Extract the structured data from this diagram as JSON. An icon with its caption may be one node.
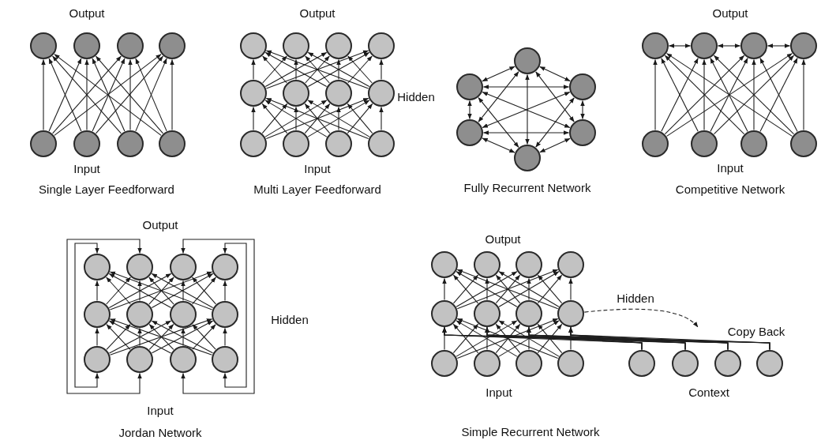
{
  "diagram": {
    "nodes": [
      {
        "text": [],
        "shape": "circle"
      },
      {
        "text": [],
        "shape": "circle"
      },
      {
        "text": [],
        "shape": "circle"
      },
      {
        "text": [],
        "shape": "circle"
      },
      {
        "text": [],
        "shape": "circle"
      },
      {
        "text": [],
        "shape": "circle"
      },
      {
        "text": [],
        "shape": "circle"
      },
      {
        "text": [],
        "shape": "circle"
      },
      {
        "text": [],
        "shape": "circle"
      },
      {
        "text": [],
        "shape": "circle"
      },
      {
        "text": [],
        "shape": "circle"
      },
      {
        "text": [],
        "shape": "circle"
      },
      {
        "text": [],
        "shape": "circle"
      },
      {
        "text": [],
        "shape": "circle"
      },
      {
        "text": [],
        "shape": "circle"
      },
      {
        "text": [],
        "shape": "circle"
      },
      {
        "text": [],
        "shape": "circle"
      },
      {
        "text": [],
        "shape": "circle"
      },
      {
        "text": [],
        "shape": "circle"
      },
      {
        "text": [],
        "shape": "circle"
      },
      {
        "text": [],
        "shape": "circle"
      },
      {
        "text": [],
        "shape": "circle"
      },
      {
        "text": [],
        "shape": "circle"
      },
      {
        "text": [],
        "shape": "circle"
      },
      {
        "text": [],
        "shape": "circle"
      },
      {
        "text": [],
        "shape": "circle"
      },
      {
        "text": [],
        "shape": "circle"
      },
      {
        "text": [],
        "shape": "circle"
      },
      {
        "text": [],
        "shape": "circle"
      },
      {
        "text": [],
        "shape": "circle"
      },
      {
        "text": [],
        "shape": "circle"
      },
      {
        "text": [],
        "shape": "circle"
      },
      {
        "text": [],
        "shape": "circle"
      },
      {
        "text": [],
        "shape": "circle"
      },
      {
        "text": [],
        "shape": "circle"
      },
      {
        "text": [],
        "shape": "circle"
      },
      {
        "text": [],
        "shape": "circle"
      },
      {
        "text": [],
        "shape": "circle"
      },
      {
        "text": [],
        "shape": "circle"
      },
      {
        "text": [],
        "shape": "circle"
      },
      {
        "text": [],
        "shape": "circle"
      },
      {
        "text": [],
        "shape": "circle"
      },
      {
        "text": [],
        "shape": "circle"
      },
      {
        "text": [],
        "shape": "circle"
      },
      {
        "text": [],
        "shape": "circle"
      },
      {
        "text": [],
        "shape": "circle"
      },
      {
        "text": [],
        "shape": "circle"
      },
      {
        "text": [],
        "shape": "circle"
      },
      {
        "text": [],
        "shape": "circle"
      },
      {
        "text": [],
        "shape": "circle"
      },
      {
        "text": [],
        "shape": "circle"
      },
      {
        "text": [],
        "shape": "circle"
      },
      {
        "text": [],
        "shape": "circle"
      },
      {
        "text": [],
        "shape": "circle"
      },
      {
        "text": [],
        "shape": "circle"
      },
      {
        "text": [],
        "shape": "circle"
      },
      {
        "text": [],
        "shape": "circle"
      },
      {
        "text": [],
        "shape": "circle"
      },
      {
        "text": [],
        "shape": "circle"
      },
      {
        "text": [],
        "shape": "circle"
      },
      {
        "text": [],
        "shape": "circle"
      },
      {
        "text": [],
        "shape": "circle"
      }
    ],
    "edges": [
      {
        "from": 4,
        "to": 0,
        "arrow": "to"
      },
      {
        "from": 4,
        "to": 1,
        "arrow": "to"
      },
      {
        "from": 4,
        "to": 2,
        "arrow": "to"
      },
      {
        "from": 4,
        "to": 3,
        "arrow": "to"
      },
      {
        "from": 5,
        "to": 0,
        "arrow": "to"
      },
      {
        "from": 5,
        "to": 1,
        "arrow": "to"
      },
      {
        "from": 5,
        "to": 2,
        "arrow": "to"
      },
      {
        "from": 5,
        "to": 3,
        "arrow": "to"
      },
      {
        "from": 6,
        "to": 0,
        "arrow": "to"
      },
      {
        "from": 6,
        "to": 1,
        "arrow": "to"
      },
      {
        "from": 6,
        "to": 2,
        "arrow": "to"
      },
      {
        "from": 6,
        "to": 3,
        "arrow": "to"
      },
      {
        "from": 7,
        "to": 0,
        "arrow": "to"
      },
      {
        "from": 7,
        "to": 1,
        "arrow": "to"
      },
      {
        "from": 7,
        "to": 2,
        "arrow": "to"
      },
      {
        "from": 7,
        "to": 3,
        "arrow": "to"
      },
      {
        "from": 16,
        "to": 12,
        "arrow": "to"
      },
      {
        "from": 16,
        "to": 13,
        "arrow": "to"
      },
      {
        "from": 16,
        "to": 14,
        "arrow": "to"
      },
      {
        "from": 16,
        "to": 15,
        "arrow": "to"
      },
      {
        "from": 17,
        "to": 12,
        "arrow": "to"
      },
      {
        "from": 17,
        "to": 13,
        "arrow": "to"
      },
      {
        "from": 17,
        "to": 14,
        "arrow": "to"
      },
      {
        "from": 17,
        "to": 15,
        "arrow": "to"
      },
      {
        "from": 18,
        "to": 12,
        "arrow": "to"
      },
      {
        "from": 18,
        "to": 13,
        "arrow": "to"
      },
      {
        "from": 18,
        "to": 14,
        "arrow": "to"
      },
      {
        "from": 18,
        "to": 15,
        "arrow": "to"
      },
      {
        "from": 19,
        "to": 12,
        "arrow": "to"
      },
      {
        "from": 19,
        "to": 13,
        "arrow": "to"
      },
      {
        "from": 19,
        "to": 14,
        "arrow": "to"
      },
      {
        "from": 19,
        "to": 15,
        "arrow": "to"
      },
      {
        "from": 12,
        "to": 8,
        "arrow": "to"
      },
      {
        "from": 12,
        "to": 9,
        "arrow": "to"
      },
      {
        "from": 12,
        "to": 10,
        "arrow": "to"
      },
      {
        "from": 12,
        "to": 11,
        "arrow": "to"
      },
      {
        "from": 13,
        "to": 8,
        "arrow": "to"
      },
      {
        "from": 13,
        "to": 9,
        "arrow": "to"
      },
      {
        "from": 13,
        "to": 10,
        "arrow": "to"
      },
      {
        "from": 13,
        "to": 11,
        "arrow": "to"
      },
      {
        "from": 14,
        "to": 8,
        "arrow": "to"
      },
      {
        "from": 14,
        "to": 9,
        "arrow": "to"
      },
      {
        "from": 14,
        "to": 10,
        "arrow": "to"
      },
      {
        "from": 14,
        "to": 11,
        "arrow": "to"
      },
      {
        "from": 15,
        "to": 8,
        "arrow": "to"
      },
      {
        "from": 15,
        "to": 9,
        "arrow": "to"
      },
      {
        "from": 15,
        "to": 10,
        "arrow": "to"
      },
      {
        "from": 15,
        "to": 11,
        "arrow": "to"
      },
      {
        "from": 20,
        "to": 21,
        "arrow": "both"
      },
      {
        "from": 20,
        "to": 22,
        "arrow": "both"
      },
      {
        "from": 20,
        "to": 23,
        "arrow": "both"
      },
      {
        "from": 20,
        "to": 24,
        "arrow": "both"
      },
      {
        "from": 20,
        "to": 25,
        "arrow": "both"
      },
      {
        "from": 21,
        "to": 22,
        "arrow": "both"
      },
      {
        "from": 21,
        "to": 23,
        "arrow": "both"
      },
      {
        "from": 21,
        "to": 24,
        "arrow": "both"
      },
      {
        "from": 21,
        "to": 25,
        "arrow": "both"
      },
      {
        "from": 22,
        "to": 23,
        "arrow": "both"
      },
      {
        "from": 22,
        "to": 24,
        "arrow": "both"
      },
      {
        "from": 22,
        "to": 25,
        "arrow": "both"
      },
      {
        "from": 23,
        "to": 24,
        "arrow": "both"
      },
      {
        "from": 23,
        "to": 25,
        "arrow": "both"
      },
      {
        "from": 24,
        "to": 25,
        "arrow": "both"
      },
      {
        "from": 30,
        "to": 26,
        "arrow": "to"
      },
      {
        "from": 30,
        "to": 27,
        "arrow": "to"
      },
      {
        "from": 30,
        "to": 28,
        "arrow": "to"
      },
      {
        "from": 30,
        "to": 29,
        "arrow": "to"
      },
      {
        "from": 31,
        "to": 26,
        "arrow": "to"
      },
      {
        "from": 31,
        "to": 27,
        "arrow": "to"
      },
      {
        "from": 31,
        "to": 28,
        "arrow": "to"
      },
      {
        "from": 31,
        "to": 29,
        "arrow": "to"
      },
      {
        "from": 32,
        "to": 26,
        "arrow": "to"
      },
      {
        "from": 32,
        "to": 27,
        "arrow": "to"
      },
      {
        "from": 32,
        "to": 28,
        "arrow": "to"
      },
      {
        "from": 32,
        "to": 29,
        "arrow": "to"
      },
      {
        "from": 33,
        "to": 26,
        "arrow": "to"
      },
      {
        "from": 33,
        "to": 27,
        "arrow": "to"
      },
      {
        "from": 33,
        "to": 28,
        "arrow": "to"
      },
      {
        "from": 33,
        "to": 29,
        "arrow": "to"
      },
      {
        "from": 26,
        "to": 27,
        "arrow": "both"
      },
      {
        "from": 27,
        "to": 28,
        "arrow": "both"
      },
      {
        "from": 28,
        "to": 29,
        "arrow": "both"
      },
      {
        "from": 42,
        "to": 38,
        "arrow": "to"
      },
      {
        "from": 42,
        "to": 39,
        "arrow": "to"
      },
      {
        "from": 42,
        "to": 40,
        "arrow": "to"
      },
      {
        "from": 42,
        "to": 41,
        "arrow": "to"
      },
      {
        "from": 43,
        "to": 38,
        "arrow": "to"
      },
      {
        "from": 43,
        "to": 39,
        "arrow": "to"
      },
      {
        "from": 43,
        "to": 40,
        "arrow": "to"
      },
      {
        "from": 43,
        "to": 41,
        "arrow": "to"
      },
      {
        "from": 44,
        "to": 38,
        "arrow": "to"
      },
      {
        "from": 44,
        "to": 39,
        "arrow": "to"
      },
      {
        "from": 44,
        "to": 40,
        "arrow": "to"
      },
      {
        "from": 44,
        "to": 41,
        "arrow": "to"
      },
      {
        "from": 45,
        "to": 38,
        "arrow": "to"
      },
      {
        "from": 45,
        "to": 39,
        "arrow": "to"
      },
      {
        "from": 45,
        "to": 40,
        "arrow": "to"
      },
      {
        "from": 45,
        "to": 41,
        "arrow": "to"
      },
      {
        "from": 38,
        "to": 34,
        "arrow": "to"
      },
      {
        "from": 38,
        "to": 35,
        "arrow": "to"
      },
      {
        "from": 38,
        "to": 36,
        "arrow": "to"
      },
      {
        "from": 38,
        "to": 37,
        "arrow": "to"
      },
      {
        "from": 39,
        "to": 34,
        "arrow": "to"
      },
      {
        "from": 39,
        "to": 35,
        "arrow": "to"
      },
      {
        "from": 39,
        "to": 36,
        "arrow": "to"
      },
      {
        "from": 39,
        "to": 37,
        "arrow": "to"
      },
      {
        "from": 40,
        "to": 34,
        "arrow": "to"
      },
      {
        "from": 40,
        "to": 35,
        "arrow": "to"
      },
      {
        "from": 40,
        "to": 36,
        "arrow": "to"
      },
      {
        "from": 40,
        "to": 37,
        "arrow": "to"
      },
      {
        "from": 41,
        "to": 34,
        "arrow": "to"
      },
      {
        "from": 41,
        "to": 35,
        "arrow": "to"
      },
      {
        "from": 41,
        "to": 36,
        "arrow": "to"
      },
      {
        "from": 41,
        "to": 37,
        "arrow": "to"
      },
      {
        "from": 34,
        "to": 42,
        "arrow": "both"
      },
      {
        "from": 35,
        "to": 43,
        "arrow": "both"
      },
      {
        "from": 36,
        "to": 44,
        "arrow": "both"
      },
      {
        "from": 37,
        "to": 45,
        "arrow": "both"
      },
      {
        "from": 54,
        "to": 50,
        "arrow": "to"
      },
      {
        "from": 54,
        "to": 51,
        "arrow": "to"
      },
      {
        "from": 54,
        "to": 52,
        "arrow": "to"
      },
      {
        "from": 54,
        "to": 53,
        "arrow": "to"
      },
      {
        "from": 55,
        "to": 50,
        "arrow": "to"
      },
      {
        "from": 55,
        "to": 51,
        "arrow": "to"
      },
      {
        "from": 55,
        "to": 52,
        "arrow": "to"
      },
      {
        "from": 55,
        "to": 53,
        "arrow": "to"
      },
      {
        "from": 56,
        "to": 50,
        "arrow": "to"
      },
      {
        "from": 56,
        "to": 51,
        "arrow": "to"
      },
      {
        "from": 56,
        "to": 52,
        "arrow": "to"
      },
      {
        "from": 56,
        "to": 53,
        "arrow": "to"
      },
      {
        "from": 57,
        "to": 50,
        "arrow": "to"
      },
      {
        "from": 57,
        "to": 51,
        "arrow": "to"
      },
      {
        "from": 57,
        "to": 52,
        "arrow": "to"
      },
      {
        "from": 57,
        "to": 53,
        "arrow": "to"
      },
      {
        "from": 50,
        "to": 46,
        "arrow": "to"
      },
      {
        "from": 50,
        "to": 47,
        "arrow": "to"
      },
      {
        "from": 50,
        "to": 48,
        "arrow": "to"
      },
      {
        "from": 50,
        "to": 49,
        "arrow": "to"
      },
      {
        "from": 51,
        "to": 46,
        "arrow": "to"
      },
      {
        "from": 51,
        "to": 47,
        "arrow": "to"
      },
      {
        "from": 51,
        "to": 48,
        "arrow": "to"
      },
      {
        "from": 51,
        "to": 49,
        "arrow": "to"
      },
      {
        "from": 52,
        "to": 46,
        "arrow": "to"
      },
      {
        "from": 52,
        "to": 47,
        "arrow": "to"
      },
      {
        "from": 52,
        "to": 48,
        "arrow": "to"
      },
      {
        "from": 52,
        "to": 49,
        "arrow": "to"
      },
      {
        "from": 53,
        "to": 46,
        "arrow": "to"
      },
      {
        "from": 53,
        "to": 47,
        "arrow": "to"
      },
      {
        "from": 53,
        "to": 48,
        "arrow": "to"
      },
      {
        "from": 53,
        "to": 49,
        "arrow": "to"
      },
      {
        "from": 58,
        "to": 50,
        "arrow": "to"
      },
      {
        "from": 58,
        "to": 51,
        "arrow": "to"
      },
      {
        "from": 58,
        "to": 52,
        "arrow": "to"
      },
      {
        "from": 58,
        "to": 53,
        "arrow": "to"
      },
      {
        "from": 59,
        "to": 50,
        "arrow": "to"
      },
      {
        "from": 59,
        "to": 51,
        "arrow": "to"
      },
      {
        "from": 59,
        "to": 52,
        "arrow": "to"
      },
      {
        "from": 59,
        "to": 53,
        "arrow": "to"
      },
      {
        "from": 60,
        "to": 50,
        "arrow": "to"
      },
      {
        "from": 60,
        "to": 51,
        "arrow": "to"
      },
      {
        "from": 60,
        "to": 52,
        "arrow": "to"
      },
      {
        "from": 60,
        "to": 53,
        "arrow": "to"
      },
      {
        "from": 61,
        "to": 50,
        "arrow": "to"
      },
      {
        "from": 61,
        "to": 51,
        "arrow": "to"
      },
      {
        "from": 61,
        "to": 52,
        "arrow": "to"
      },
      {
        "from": 61,
        "to": 53,
        "arrow": "to"
      },
      {
        "from": 53,
        "to": null,
        "arrow": "to",
        "style": "dashed"
      }
    ],
    "labels": [
      "Output",
      "Output",
      "Output",
      "Hidden",
      "Input",
      "Input",
      "Input",
      "Single Layer Feedforward",
      "Multi Layer Feedforward",
      "Fully Recurrent Network",
      "Competitive Network",
      "Output",
      "Output",
      "Hidden",
      "Hidden",
      "Copy Back",
      "Input",
      "Input",
      "Context",
      "Jordan Network",
      "Simple Recurrent Network"
    ]
  }
}
